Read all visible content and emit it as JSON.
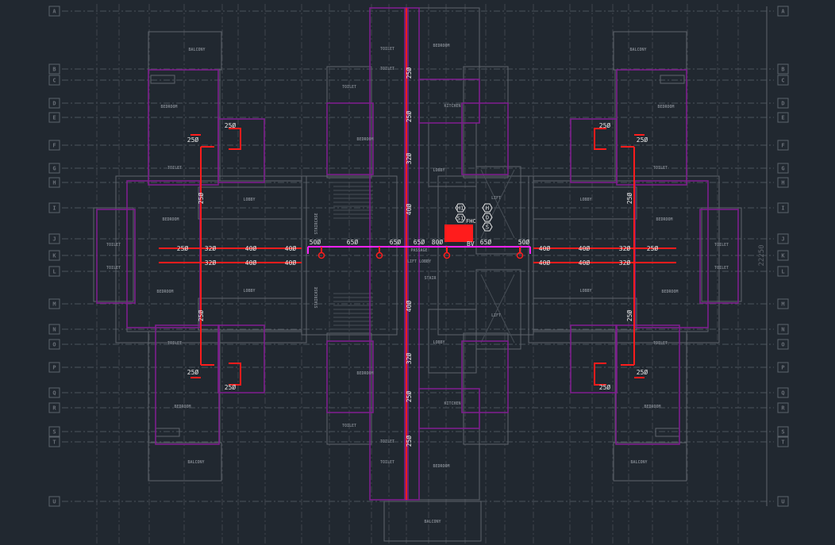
{
  "drawing": {
    "grid_labels": [
      "A",
      "B",
      "C",
      "D",
      "E",
      "F",
      "G",
      "H",
      "I",
      "J",
      "K",
      "L",
      "M",
      "N",
      "O",
      "P",
      "Q",
      "R",
      "S",
      "T",
      "U"
    ],
    "overall_dimension": "22250",
    "rooms": {
      "balcony": "BALCONY",
      "bedroom": "BEDROOM",
      "toilet": "TOILET",
      "lobby": "LOBBY",
      "kitchen": "KITCHEN",
      "lift": "LIFT",
      "staircase": "STAIRCASE",
      "passage": "PASSAGE",
      "lift_lobby": "LIFT LOBBY",
      "stair": "STAIR"
    },
    "pipe_sizes": {
      "d25": "25Ø",
      "d32": "32Ø",
      "d40": "40Ø",
      "d50": "50Ø",
      "d65": "65Ø",
      "d80": "80Ø"
    },
    "symbols": {
      "fhc": "FHC",
      "h1": "H1",
      "s1": "S1",
      "h": "H",
      "d": "D",
      "s": "S",
      "bv": "BV"
    },
    "colors": {
      "background": "#212830",
      "pipe": "#ff1c1c",
      "main_line": "#ff22ff",
      "walls": "#7d1f8c"
    }
  }
}
